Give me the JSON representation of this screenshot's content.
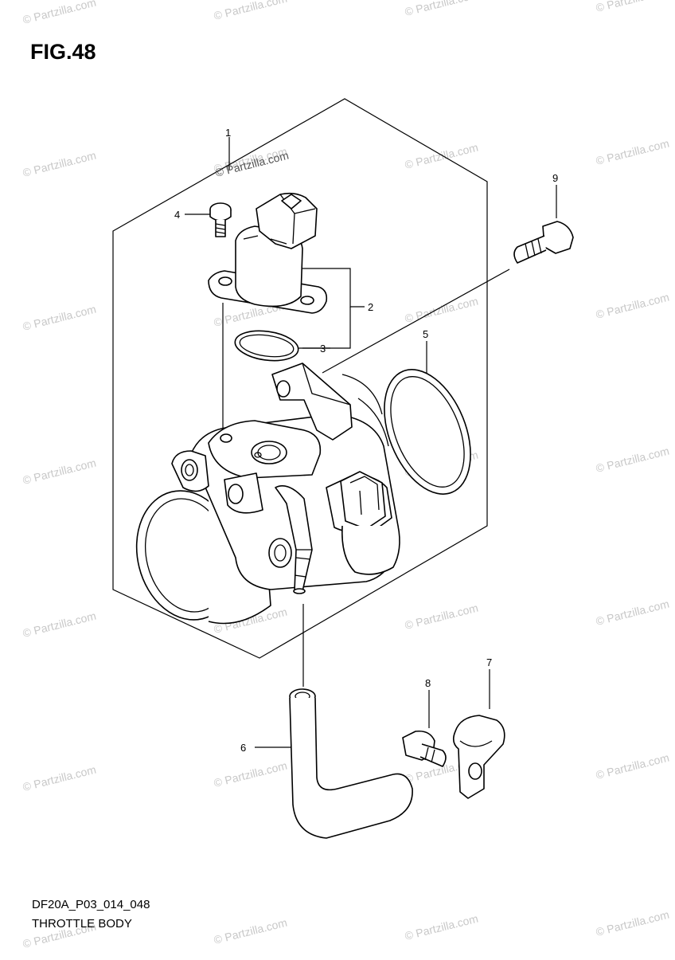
{
  "figure": {
    "title": "FIG.48",
    "code": "DF20A_P03_014_048",
    "name": "THROTTLE BODY"
  },
  "watermark": {
    "text": "© Partzilla.com",
    "color": "#c8c8c8"
  },
  "callouts": [
    "1",
    "2",
    "3",
    "4",
    "5",
    "6",
    "7",
    "8",
    "9"
  ],
  "colors": {
    "line": "#000000",
    "background": "#ffffff"
  }
}
